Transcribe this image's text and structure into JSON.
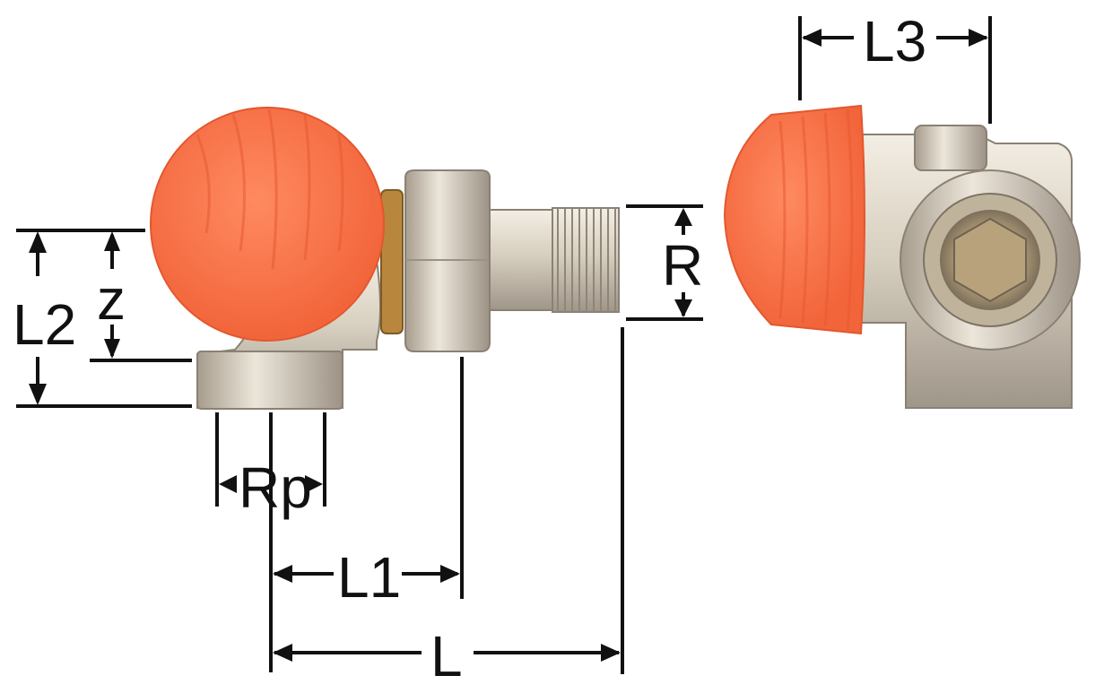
{
  "colors": {
    "cap_orange": "#ff7a4f",
    "cap_orange_dark": "#f25f35",
    "metal_light": "#e4dccd",
    "metal_mid": "#c7bda9",
    "metal_dark": "#8f8577",
    "brass": "#b8863d",
    "line": "#111111"
  },
  "dimensions": {
    "L": "L",
    "L1": "L1",
    "L2": "L2",
    "L3": "L3",
    "z": "z",
    "R": "R",
    "Rp": "Rp"
  }
}
